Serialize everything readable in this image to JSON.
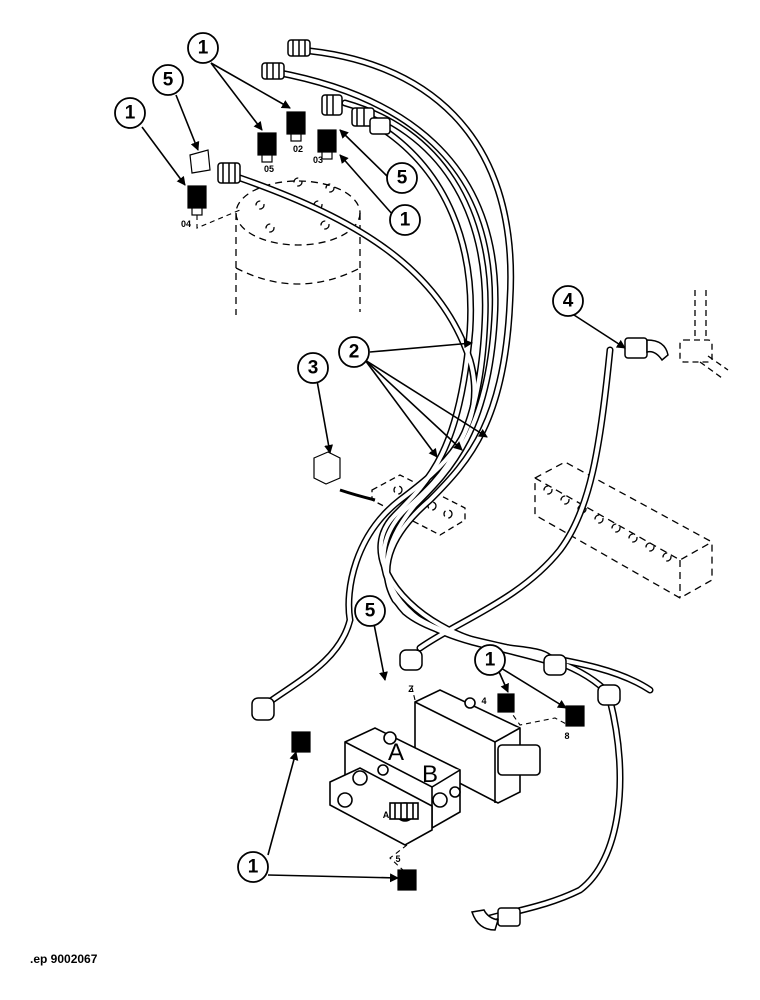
{
  "diagram": {
    "reference": ".ep 9002067",
    "callouts": [
      "1",
      "5",
      "1",
      "5",
      "1",
      "2",
      "3",
      "4",
      "5",
      "1",
      "1"
    ],
    "port_labels": [
      "04",
      "05",
      "02",
      "03",
      "Z",
      "4",
      "8",
      "A",
      "5"
    ],
    "block_labels": [
      "A",
      "B"
    ]
  }
}
